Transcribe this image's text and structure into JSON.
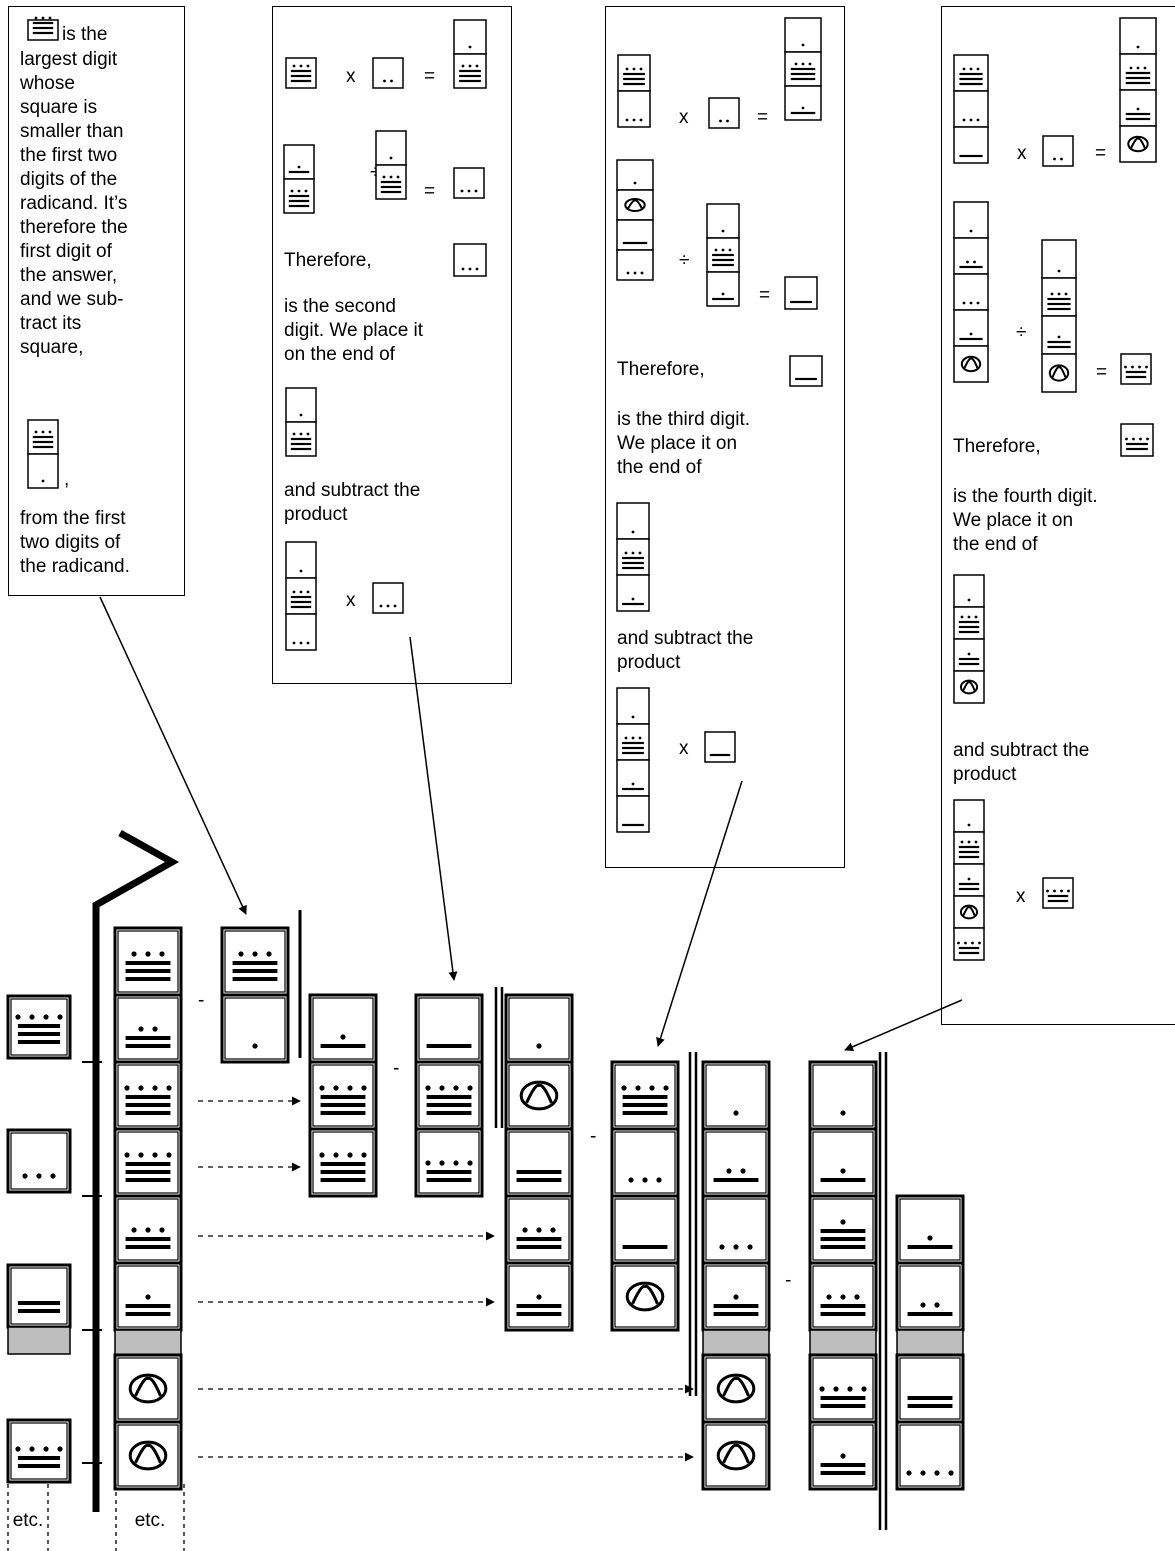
{
  "box1": {
    "text": [
      "is the",
      "largest digit",
      "whose",
      "square is",
      "smaller than",
      "the first two",
      "digits of the",
      "radicand. It’s",
      "therefore the",
      "first digit of",
      "the answer,",
      "and we sub-",
      "tract its",
      "square,",
      ",",
      "from the first",
      "two digits of",
      "the radicand."
    ]
  },
  "box2": {
    "therefore": "Therefore,",
    "text_a": [
      "is the second",
      "digit. We place it",
      "on the end of"
    ],
    "text_b": [
      "and subtract the",
      "product"
    ]
  },
  "box3": {
    "therefore": "Therefore,",
    "text_a": [
      "is the third digit.",
      "We place it on",
      "the end of"
    ],
    "text_b": [
      "and subtract the",
      "product"
    ]
  },
  "box4": {
    "therefore": "Therefore,",
    "text_a": [
      "is the fourth digit.",
      "We place it on",
      "the end of"
    ],
    "text_b": [
      "and subtract the",
      "product"
    ]
  },
  "symbols": {
    "times": "x",
    "equals": "=",
    "divide": "÷",
    "minus": "-"
  },
  "etc": [
    "etc.",
    "etc."
  ]
}
